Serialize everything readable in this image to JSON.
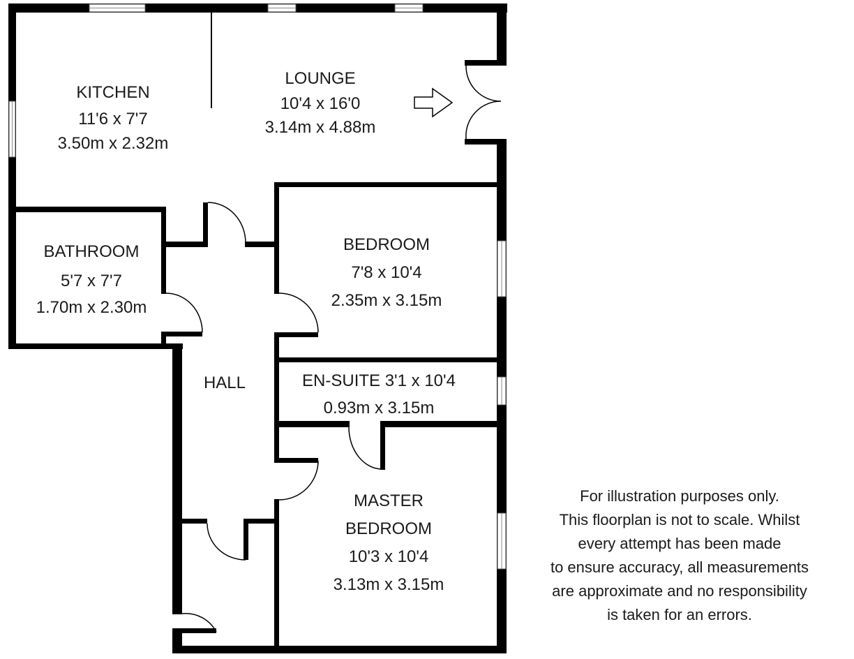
{
  "rooms": {
    "kitchen": {
      "name": "KITCHEN",
      "imperial": "11'6 x 7'7",
      "metric": "3.50m x 2.32m"
    },
    "lounge": {
      "name": "LOUNGE",
      "imperial": "10'4 x 16'0",
      "metric": "3.14m x 4.88m"
    },
    "bathroom": {
      "name": "BATHROOM",
      "imperial": "5'7 x 7'7",
      "metric": "1.70m x 2.30m"
    },
    "bedroom": {
      "name": "BEDROOM",
      "imperial": "7'8 x 10'4",
      "metric": "2.35m x 3.15m"
    },
    "hall": {
      "name": "HALL"
    },
    "ensuite": {
      "name": "EN-SUITE 3'1 x 10'4",
      "metric": "0.93m x 3.15m"
    },
    "master": {
      "name1": "MASTER",
      "name2": "BEDROOM",
      "imperial": "10'3 x 10'4",
      "metric": "3.13m x 3.15m"
    }
  },
  "disclaimer": [
    "For illustration purposes only.",
    "This floorplan is not to scale. Whilst",
    "every attempt has been made",
    "to ensure accuracy, all measurements",
    "are approximate and no responsibility",
    "is taken for an errors."
  ]
}
